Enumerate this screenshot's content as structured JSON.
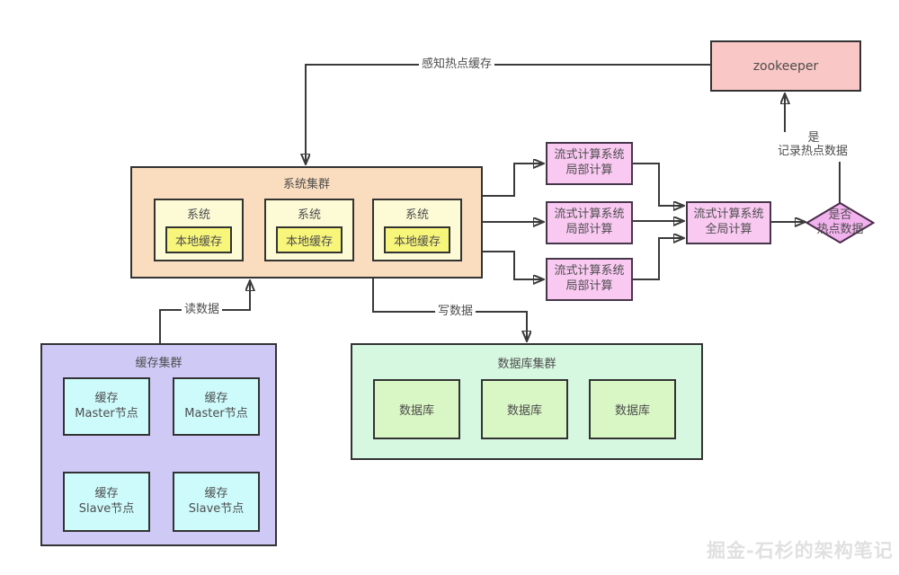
{
  "diagram": {
    "watermark": "掘金-石杉的架构笔记"
  },
  "zookeeper": {
    "label": "zookeeper"
  },
  "edges": {
    "sense_label": "感知热点缓存",
    "read_label": "读数据",
    "write_label": "写数据",
    "yes_label": "是",
    "record_label": "记录热点数据"
  },
  "system_cluster": {
    "title": "系统集群",
    "nodes": [
      {
        "title": "系统",
        "cache_label": "本地缓存"
      },
      {
        "title": "系统",
        "cache_label": "本地缓存"
      },
      {
        "title": "系统",
        "cache_label": "本地缓存"
      }
    ]
  },
  "stream_nodes": [
    {
      "line1": "流式计算系统",
      "line2": "局部计算"
    },
    {
      "line1": "流式计算系统",
      "line2": "局部计算"
    },
    {
      "line1": "流式计算系统",
      "line2": "局部计算"
    }
  ],
  "global_node": {
    "line1": "流式计算系统",
    "line2": "全局计算"
  },
  "decision": {
    "line1": "是否",
    "line2": "热点数据"
  },
  "cache_cluster": {
    "title": "缓存集群",
    "masters": [
      {
        "line1": "缓存",
        "line2": "Master节点"
      },
      {
        "line1": "缓存",
        "line2": "Master节点"
      }
    ],
    "slaves": [
      {
        "line1": "缓存",
        "line2": "Slave节点"
      },
      {
        "line1": "缓存",
        "line2": "Slave节点"
      }
    ]
  },
  "db_cluster": {
    "title": "数据库集群",
    "nodes": [
      {
        "label": "数据库"
      },
      {
        "label": "数据库"
      },
      {
        "label": "数据库"
      }
    ]
  },
  "colors": {
    "zookeeper_fill": "#f9c7c5",
    "system_cluster_fill": "#fadcbe",
    "system_node_fill": "#fcfbd6",
    "local_cache_fill": "#f7f57a",
    "stream_fill": "#f9c9f2",
    "decision_fill": "#f2b2ee",
    "decision_border": "#4a2b4a",
    "cache_cluster_fill": "#cfc9f6",
    "cache_node_fill": "#cdfbfc",
    "db_cluster_fill": "#d6f7e0",
    "db_node_fill": "#d9f6c5",
    "line": "#3a3a3a"
  }
}
